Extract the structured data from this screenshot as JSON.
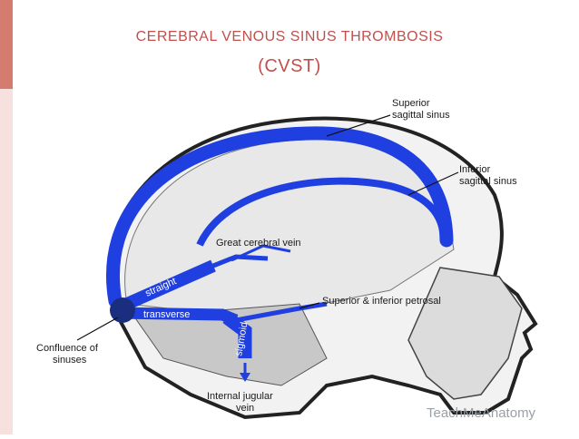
{
  "slide": {
    "title_line1": "Cerebral Venous Sinus Thrombosis",
    "title_line2": "(CVST)"
  },
  "diagram": {
    "labels": {
      "superior_sagittal_sinus_1": "Superior",
      "superior_sagittal_sinus_2": "sagittal sinus",
      "inferior_sagittal_sinus_1": "Inferior",
      "inferior_sagittal_sinus_2": "sagittal sinus",
      "great_cerebral_vein": "Great cerebral vein",
      "straight": "straight",
      "transverse": "transverse",
      "sigmoid": "sigmoid",
      "superior_inferior_petrosal": "Superior & inferior petrosal",
      "confluence_1": "Confluence of",
      "confluence_2": "sinuses",
      "internal_jugular_1": "Internal jugular",
      "internal_jugular_2": "vein"
    },
    "watermark": "TeachMeAnatomy",
    "colors": {
      "sinus_blue": "#1f3fe0",
      "confluence": "#1a2e80",
      "title": "#c0504d"
    }
  }
}
